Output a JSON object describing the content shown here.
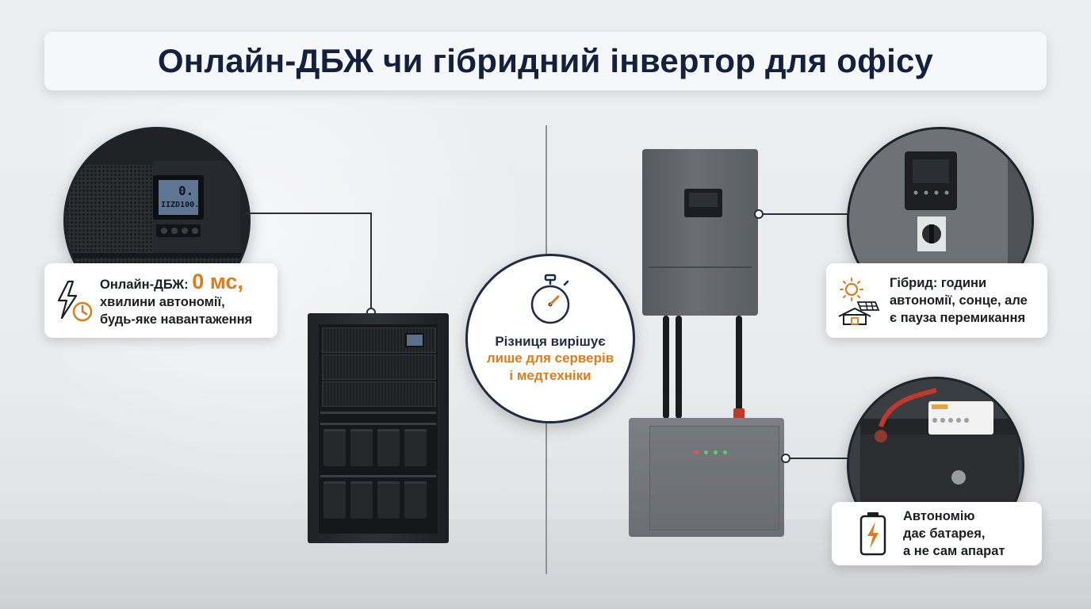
{
  "title": "Онлайн-ДБЖ чи гібридний інвертор для офісу",
  "ups_card": {
    "label": "Онлайн-ДБЖ: ",
    "highlight": "0 мс,",
    "line2": "хвилини автономії,",
    "line3": "будь-яке навантаження",
    "icon": "lightning-clock-icon"
  },
  "ups_zoom": {
    "lcd_top": "0.",
    "lcd_bottom": "IIZD100."
  },
  "center_badge": {
    "icon": "stopwatch-icon",
    "line1": "Різниця вирішує",
    "line2": "лише для серверів",
    "line3": "і медтехніки"
  },
  "hybrid_card": {
    "line1": "Гібрид: години",
    "line2": "автономії, сонце, але",
    "line3": "є пауза перемикання",
    "icon": "sun-solar-house-icon"
  },
  "battery_card": {
    "line1": "Автономію",
    "line2": "дає батарея,",
    "line3": "а не сам апарат",
    "icon": "battery-charge-icon"
  },
  "colors": {
    "accent": "#e07a1c",
    "title": "#13213f",
    "navy": "#1f2a44"
  }
}
